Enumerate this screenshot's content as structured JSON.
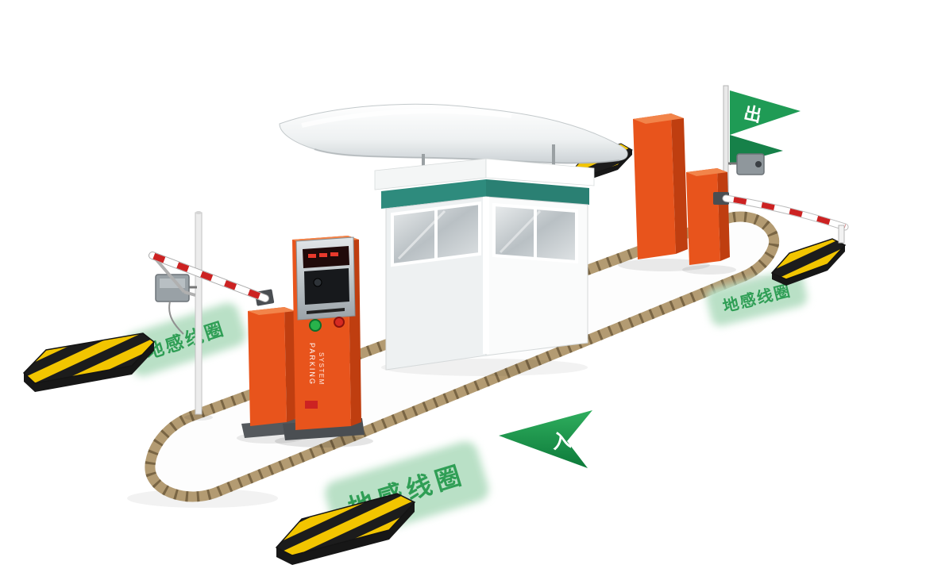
{
  "labels": {
    "ground_loop": "地感线圈",
    "exit": "出",
    "entry": "入",
    "machine_line1": "PARKING",
    "machine_line2": "SYSTEM"
  },
  "colors": {
    "orange_front": "#e8541c",
    "orange_side": "#bf3e10",
    "orange_top": "#f2844a",
    "flag_green": "#1f9b55",
    "flag_green_dark": "#168149",
    "label_green": "#2f9e55",
    "patch_green": "#b9e0c6",
    "teal_band": "#2e8b7d",
    "hazard_yellow": "#f2c500",
    "hazard_black": "#1c1c1c",
    "curb": "#b39b72",
    "barrier_red": "#cc2222"
  }
}
